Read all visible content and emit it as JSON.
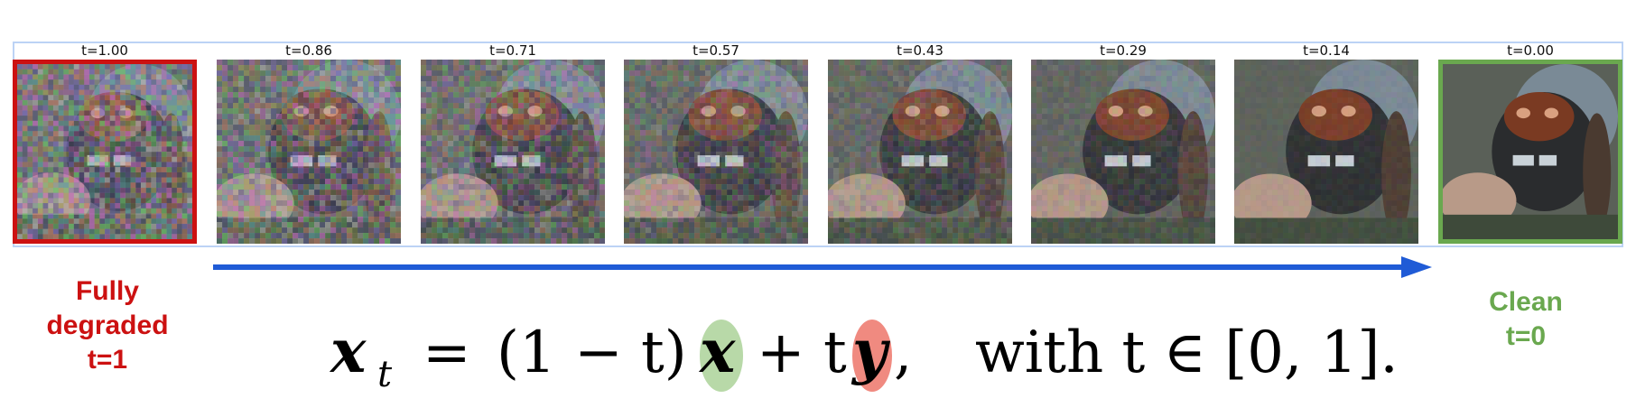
{
  "frames": [
    {
      "t_label": "t=1.00",
      "t": 1.0,
      "highlight": "red"
    },
    {
      "t_label": "t=0.86",
      "t": 0.86,
      "highlight": ""
    },
    {
      "t_label": "t=0.71",
      "t": 0.71,
      "highlight": ""
    },
    {
      "t_label": "t=0.57",
      "t": 0.57,
      "highlight": ""
    },
    {
      "t_label": "t=0.43",
      "t": 0.43,
      "highlight": ""
    },
    {
      "t_label": "t=0.29",
      "t": 0.29,
      "highlight": ""
    },
    {
      "t_label": "t=0.14",
      "t": 0.14,
      "highlight": ""
    },
    {
      "t_label": "t=0.00",
      "t": 0.0,
      "highlight": "green"
    }
  ],
  "left_caption": {
    "line1": "Fully",
    "line2": "degraded",
    "line3": "t=1"
  },
  "right_caption": {
    "line1": "Clean",
    "line2": "t=0"
  },
  "formula": {
    "lhs_var": "x",
    "lhs_sub": "t",
    "eq": "=",
    "paren": "(1 − t)",
    "x_var": "x",
    "plus": "+ t",
    "y_var": "y",
    "comma": ",",
    "with_text": "with t ∈ [0, 1]."
  },
  "colors": {
    "red": "#cc1111",
    "green": "#6aa84f",
    "arrow": "#1f5bd6",
    "strip_border": "#bcd3f5",
    "x_highlight": "#b8d9a8",
    "y_highlight": "#f08a80"
  }
}
